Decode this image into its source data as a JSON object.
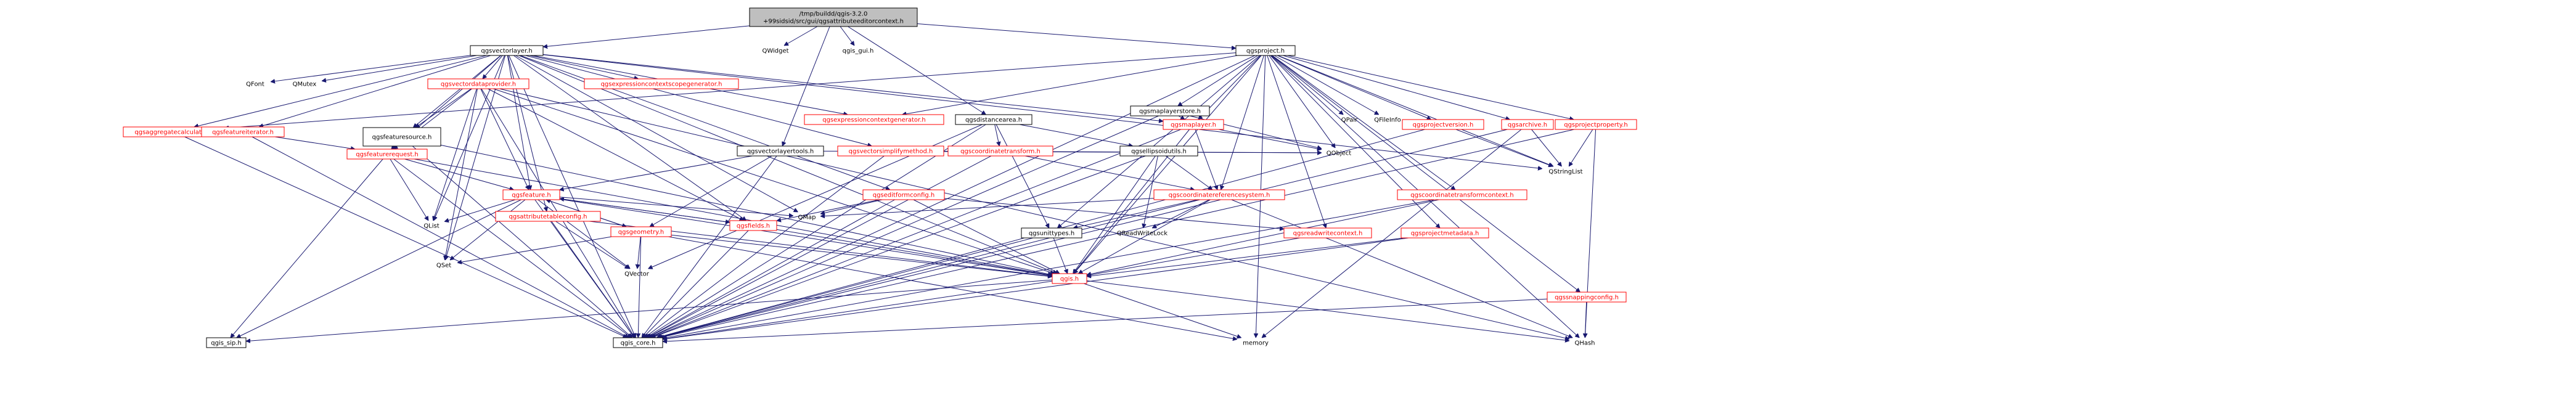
{
  "root": {
    "lines": [
      "/tmp/buildd/qgis-3.2.0",
      "+99sidsid/src/gui/qgsattributeeditorcontext.h"
    ]
  },
  "nodes": [
    {
      "id": "root",
      "label": "/tmp/buildd/qgis-3.2.0\n+99sidsid/src/gui/qgsattributeeditorcontext.h",
      "style": "root"
    },
    {
      "id": "qgsvectorlayer",
      "label": "qgsvectorlayer.h",
      "style": "black"
    },
    {
      "id": "QWidget",
      "label": "QWidget",
      "style": "plain"
    },
    {
      "id": "qgis_gui",
      "label": "qgis_gui.h",
      "style": "plain"
    },
    {
      "id": "qgsproject",
      "label": "qgsproject.h",
      "style": "black"
    },
    {
      "id": "QFont",
      "label": "QFont",
      "style": "plain"
    },
    {
      "id": "QMutex",
      "label": "QMutex",
      "style": "plain"
    },
    {
      "id": "qgsvectordataprovider",
      "label": "qgsvectordataprovider.h",
      "style": "red"
    },
    {
      "id": "qgsexpressioncontextscopegenerator",
      "label": "qgsexpressioncontextscopegenerator.h",
      "style": "red"
    },
    {
      "id": "qgsaggregatecalculator",
      "label": "qgsaggregatecalculator.h",
      "style": "red"
    },
    {
      "id": "qgsfeatureiterator",
      "label": "qgsfeatureiterator.h",
      "style": "red"
    },
    {
      "id": "qgsfeaturesource",
      "label": "qgsfeaturesource.h",
      "style": "black"
    },
    {
      "id": "qgsexpressioncontextgenerator",
      "label": "qgsexpressioncontextgenerator.h",
      "style": "red"
    },
    {
      "id": "qgsdistancearea",
      "label": "qgsdistancearea.h",
      "style": "black"
    },
    {
      "id": "qgsmaplayerstore",
      "label": "qgsmaplayerstore.h",
      "style": "black"
    },
    {
      "id": "QPair",
      "label": "QPair",
      "style": "plain"
    },
    {
      "id": "QFileInfo",
      "label": "QFileInfo",
      "style": "plain"
    },
    {
      "id": "qgsfeaturerequest",
      "label": "qgsfeaturerequest.h",
      "style": "red"
    },
    {
      "id": "qgsvectorlayertools",
      "label": "qgsvectorlayertools.h",
      "style": "black"
    },
    {
      "id": "qgsvectorsimplifymethod",
      "label": "qgsvectorsimplifymethod.h",
      "style": "red"
    },
    {
      "id": "qgscoordinatetransform",
      "label": "qgscoordinatetransform.h",
      "style": "red"
    },
    {
      "id": "qgsellipsoidutils",
      "label": "qgsellipsoidutils.h",
      "style": "black"
    },
    {
      "id": "qgsmaplayer",
      "label": "qgsmaplayer.h",
      "style": "red"
    },
    {
      "id": "qgsprojectversion",
      "label": "qgsprojectversion.h",
      "style": "red"
    },
    {
      "id": "qgsarchive",
      "label": "qgsarchive.h",
      "style": "red"
    },
    {
      "id": "qgsprojectproperty",
      "label": "qgsprojectproperty.h",
      "style": "red"
    },
    {
      "id": "qgsfeature",
      "label": "qgsfeature.h",
      "style": "red"
    },
    {
      "id": "qgseditformconfig",
      "label": "qgseditformconfig.h",
      "style": "red"
    },
    {
      "id": "qgscoordinatereferencesystem",
      "label": "qgscoordinatereferencesystem.h",
      "style": "red"
    },
    {
      "id": "QObject",
      "label": "QObject",
      "style": "plain"
    },
    {
      "id": "qgscoordinatetransformcontext",
      "label": "qgscoordinatetransformcontext.h",
      "style": "red"
    },
    {
      "id": "QStringList",
      "label": "QStringList",
      "style": "plain"
    },
    {
      "id": "QList",
      "label": "QList",
      "style": "plain"
    },
    {
      "id": "qgsattributetableconfig",
      "label": "qgsattributetableconfig.h",
      "style": "red"
    },
    {
      "id": "qgsgeometry",
      "label": "qgsgeometry.h",
      "style": "red"
    },
    {
      "id": "qgsfields",
      "label": "qgsfields.h",
      "style": "red"
    },
    {
      "id": "QMap",
      "label": "QMap",
      "style": "plain"
    },
    {
      "id": "qgsunittypes",
      "label": "qgsunittypes.h",
      "style": "black"
    },
    {
      "id": "QReadWriteLock",
      "label": "QReadWriteLock",
      "style": "plain"
    },
    {
      "id": "qgsreadwritecontext",
      "label": "qgsreadwritecontext.h",
      "style": "red"
    },
    {
      "id": "qgsprojectmetadata",
      "label": "qgsprojectmetadata.h",
      "style": "red"
    },
    {
      "id": "qgssnappingconfig",
      "label": "qgssnappingconfig.h",
      "style": "red"
    },
    {
      "id": "QSet",
      "label": "QSet",
      "style": "plain"
    },
    {
      "id": "QVector",
      "label": "QVector",
      "style": "plain"
    },
    {
      "id": "qgis",
      "label": "qgis.h",
      "style": "red"
    },
    {
      "id": "qgis_sip",
      "label": "qgis_sip.h",
      "style": "black"
    },
    {
      "id": "qgis_core",
      "label": "qgis_core.h",
      "style": "black"
    },
    {
      "id": "memory",
      "label": "memory",
      "style": "plain"
    },
    {
      "id": "QHash",
      "label": "QHash",
      "style": "plain"
    }
  ],
  "edges": [
    [
      "root",
      "qgsvectorlayer"
    ],
    [
      "root",
      "QWidget"
    ],
    [
      "root",
      "qgis_gui"
    ],
    [
      "root",
      "qgsproject"
    ],
    [
      "root",
      "qgsdistancearea"
    ],
    [
      "root",
      "qgsvectorlayertools"
    ],
    [
      "qgsvectorlayer",
      "QFont"
    ],
    [
      "qgsvectorlayer",
      "QMutex"
    ],
    [
      "qgsvectorlayer",
      "qgsvectordataprovider"
    ],
    [
      "qgsvectorlayer",
      "qgsexpressioncontextscopegenerator"
    ],
    [
      "qgsvectorlayer",
      "qgsaggregatecalculator"
    ],
    [
      "qgsvectorlayer",
      "qgsfeatureiterator"
    ],
    [
      "qgsvectorlayer",
      "qgsfeaturesource"
    ],
    [
      "qgsvectorlayer",
      "qgsexpressioncontextgenerator"
    ],
    [
      "qgsvectorlayer",
      "qgsfeaturerequest"
    ],
    [
      "qgsvectorlayer",
      "qgsvectorsimplifymethod"
    ],
    [
      "qgsvectorlayer",
      "qgsmaplayer"
    ],
    [
      "qgsvectorlayer",
      "qgsfeature"
    ],
    [
      "qgsvectorlayer",
      "qgseditformconfig"
    ],
    [
      "qgsvectorlayer",
      "qgsattributetableconfig"
    ],
    [
      "qgsvectorlayer",
      "qgsfields"
    ],
    [
      "qgsvectorlayer",
      "QMap"
    ],
    [
      "qgsvectorlayer",
      "QList"
    ],
    [
      "qgsvectorlayer",
      "QSet"
    ],
    [
      "qgsvectorlayer",
      "qgis_core"
    ],
    [
      "qgsvectorlayer",
      "QStringList"
    ],
    [
      "qgsvectorlayer",
      "qgis"
    ],
    [
      "qgsproject",
      "QPair"
    ],
    [
      "qgsproject",
      "QFileInfo"
    ],
    [
      "qgsproject",
      "qgsmaplayerstore"
    ],
    [
      "qgsproject",
      "qgsexpressioncontextgenerator"
    ],
    [
      "qgsproject",
      "qgsprojectversion"
    ],
    [
      "qgsproject",
      "qgsarchive"
    ],
    [
      "qgsproject",
      "qgsprojectproperty"
    ],
    [
      "qgsproject",
      "qgsmaplayer"
    ],
    [
      "qgsproject",
      "qgscoordinatereferencesystem"
    ],
    [
      "qgsproject",
      "qgscoordinatetransformcontext"
    ],
    [
      "qgsproject",
      "QObject"
    ],
    [
      "qgsproject",
      "QStringList"
    ],
    [
      "qgsproject",
      "qgsunittypes"
    ],
    [
      "qgsproject",
      "qgsreadwritecontext"
    ],
    [
      "qgsproject",
      "qgsprojectmetadata"
    ],
    [
      "qgsproject",
      "qgssnappingconfig"
    ],
    [
      "qgsproject",
      "qgis_core"
    ],
    [
      "qgsproject",
      "qgis"
    ],
    [
      "qgsproject",
      "QHash"
    ],
    [
      "qgsproject",
      "memory"
    ],
    [
      "qgsproject",
      "qgsaggregatecalculator"
    ],
    [
      "qgsvectordataprovider",
      "qgsfeaturerequest"
    ],
    [
      "qgsvectordataprovider",
      "qgsfeaturesource"
    ],
    [
      "qgsvectordataprovider",
      "qgsfeature"
    ],
    [
      "qgsvectordataprovider",
      "qgsfields"
    ],
    [
      "qgsvectordataprovider",
      "QList"
    ],
    [
      "qgsvectordataprovider",
      "QSet"
    ],
    [
      "qgsvectordataprovider",
      "qgis_core"
    ],
    [
      "qgsvectordataprovider",
      "QHash"
    ],
    [
      "qgsvectordataprovider",
      "qgis"
    ],
    [
      "qgsfeatureiterator",
      "qgsfeaturerequest"
    ],
    [
      "qgsfeatureiterator",
      "qgis_core"
    ],
    [
      "qgsfeaturesource",
      "qgsfeaturerequest"
    ],
    [
      "qgsfeaturesource",
      "qgis_core"
    ],
    [
      "qgsfeaturesource",
      "qgis"
    ],
    [
      "qgsaggregatecalculator",
      "qgis_core"
    ],
    [
      "qgsfeaturerequest",
      "qgsfeature"
    ],
    [
      "qgsfeaturerequest",
      "QList"
    ],
    [
      "qgsfeaturerequest",
      "qgis_sip"
    ],
    [
      "qgsfeaturerequest",
      "qgis_core"
    ],
    [
      "qgsfeaturerequest",
      "qgis"
    ],
    [
      "qgsdistancearea",
      "qgscoordinatetransform"
    ],
    [
      "qgsdistancearea",
      "qgsellipsoidutils"
    ],
    [
      "qgsdistancearea",
      "qgsunittypes"
    ],
    [
      "qgsdistancearea",
      "qgis_core"
    ],
    [
      "qgsdistancearea",
      "QVector"
    ],
    [
      "qgsvectorlayertools",
      "QObject"
    ],
    [
      "qgsvectorlayertools",
      "qgsfeature"
    ],
    [
      "qgsvectorlayertools",
      "qgsgeometry"
    ],
    [
      "qgsvectorlayertools",
      "qgis_core"
    ],
    [
      "qgsvectorsimplifymethod",
      "qgis_core"
    ],
    [
      "qgsvectorsimplifymethod",
      "QObject"
    ],
    [
      "qgscoordinatetransform",
      "qgscoordinatereferencesystem"
    ],
    [
      "qgscoordinatetransform",
      "qgis_core"
    ],
    [
      "qgsellipsoidutils",
      "qgscoordinatereferencesystem"
    ],
    [
      "qgsellipsoidutils",
      "QReadWriteLock"
    ],
    [
      "qgsellipsoidutils",
      "qgis_core"
    ],
    [
      "qgsellipsoidutils",
      "qgis"
    ],
    [
      "qgsmaplayerstore",
      "qgsmaplayer"
    ],
    [
      "qgsmaplayerstore",
      "QObject"
    ],
    [
      "qgsmaplayerstore",
      "qgis_core"
    ],
    [
      "qgsmaplayer",
      "qgscoordinatereferencesystem"
    ],
    [
      "qgsmaplayer",
      "QObject"
    ],
    [
      "qgsmaplayer",
      "qgis_core"
    ],
    [
      "qgsmaplayer",
      "qgis"
    ],
    [
      "qgsprojectversion",
      "QStringList"
    ],
    [
      "qgsprojectversion",
      "qgis_core"
    ],
    [
      "qgsarchive",
      "QStringList"
    ],
    [
      "qgsarchive",
      "memory"
    ],
    [
      "qgsarchive",
      "qgis_core"
    ],
    [
      "qgsprojectproperty",
      "QStringList"
    ],
    [
      "qgsprojectproperty",
      "QHash"
    ],
    [
      "qgsprojectproperty",
      "qgis_core"
    ],
    [
      "qgsfeature",
      "qgsfields"
    ],
    [
      "qgsfeature",
      "qgsgeometry"
    ],
    [
      "qgsfeature",
      "QList"
    ],
    [
      "qgsfeature",
      "QMap"
    ],
    [
      "qgsfeature",
      "QSet"
    ],
    [
      "qgsfeature",
      "QVector"
    ],
    [
      "qgsfeature",
      "qgis_sip"
    ],
    [
      "qgsfeature",
      "qgis_core"
    ],
    [
      "qgsfeature",
      "qgis"
    ],
    [
      "qgseditformconfig",
      "qgsfields"
    ],
    [
      "qgseditformconfig",
      "qgsreadwritecontext"
    ],
    [
      "qgseditformconfig",
      "QMap"
    ],
    [
      "qgseditformconfig",
      "qgis_core"
    ],
    [
      "qgseditformconfig",
      "qgis"
    ],
    [
      "qgscoordinatereferencesystem",
      "qgsunittypes"
    ],
    [
      "qgscoordinatereferencesystem",
      "QReadWriteLock"
    ],
    [
      "qgscoordinatereferencesystem",
      "QMap"
    ],
    [
      "qgscoordinatereferencesystem",
      "qgis_core"
    ],
    [
      "qgscoordinatereferencesystem",
      "qgis"
    ],
    [
      "qgscoordinatereferencesystem",
      "QHash"
    ],
    [
      "qgscoordinatetransformcontext",
      "qgis_core"
    ],
    [
      "qgscoordinatetransformcontext",
      "qgis"
    ],
    [
      "qgsattributetableconfig",
      "QVector"
    ],
    [
      "qgsattributetableconfig",
      "qgis_core"
    ],
    [
      "qgsattributetableconfig",
      "qgis"
    ],
    [
      "qgsgeometry",
      "QSet"
    ],
    [
      "qgsgeometry",
      "QVector"
    ],
    [
      "qgsgeometry",
      "qgis_core"
    ],
    [
      "qgsgeometry",
      "qgis"
    ],
    [
      "qgsgeometry",
      "memory"
    ],
    [
      "qgsgeometry",
      "qgsfeature"
    ],
    [
      "qgsfields",
      "qgis_core"
    ],
    [
      "qgsfields",
      "qgis"
    ],
    [
      "qgsfields",
      "qgsfeature"
    ],
    [
      "qgsunittypes",
      "qgis_core"
    ],
    [
      "qgsunittypes",
      "qgis"
    ],
    [
      "qgsreadwritecontext",
      "qgis"
    ],
    [
      "qgsprojectmetadata",
      "qgis"
    ],
    [
      "qgsprojectmetadata",
      "qgis_core"
    ],
    [
      "qgssnappingconfig",
      "qgis_core"
    ],
    [
      "qgssnappingconfig",
      "QHash"
    ],
    [
      "qgis",
      "qgis_core"
    ],
    [
      "qgis",
      "qgis_sip"
    ],
    [
      "qgis",
      "memory"
    ],
    [
      "qgis",
      "QHash"
    ]
  ]
}
